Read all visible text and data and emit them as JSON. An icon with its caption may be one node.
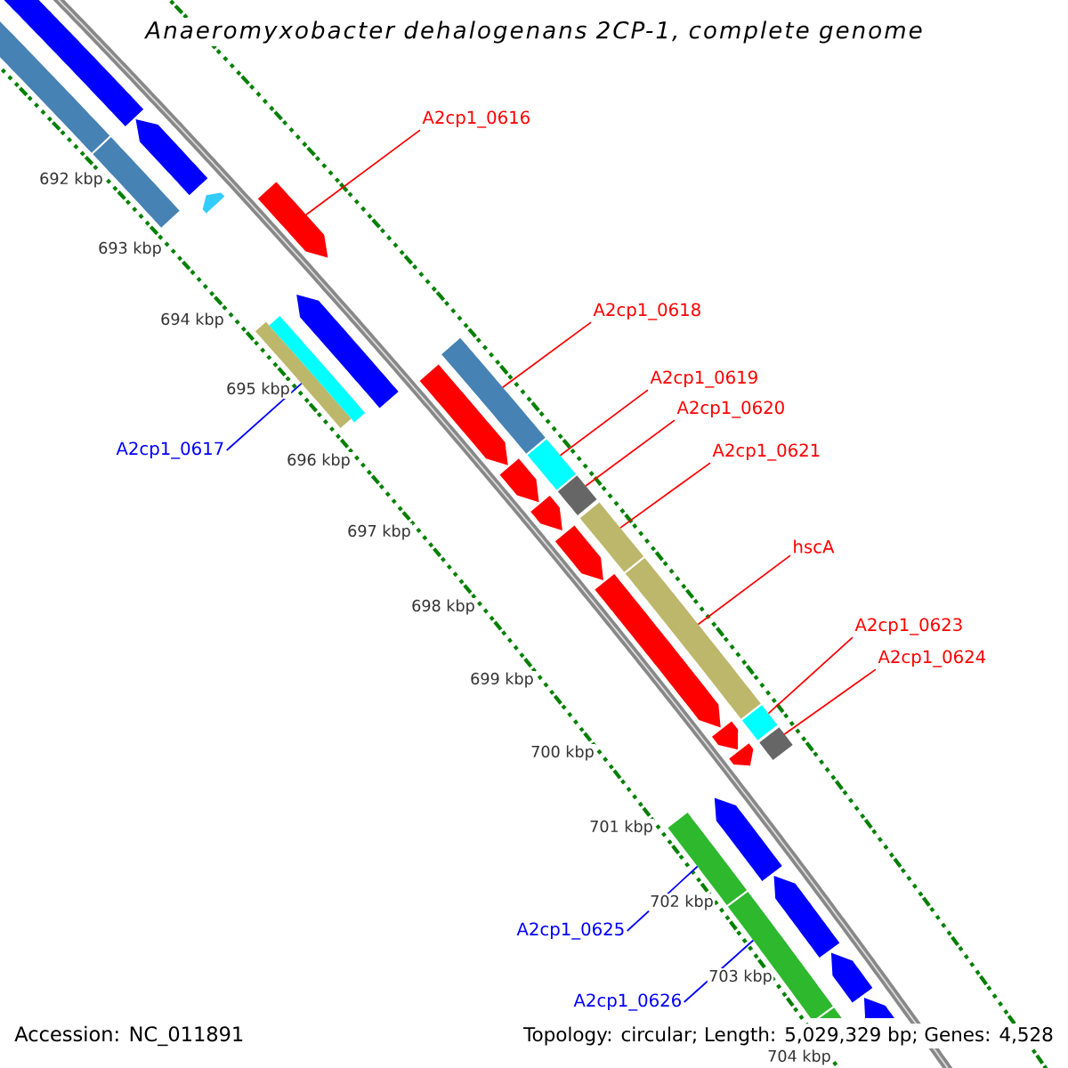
{
  "diagram": {
    "title": "Anaeromyxobacter dehalogenans 2CP-1, complete genome",
    "nodes": [
      {
        "text": [
          "A2cp1_0616"
        ]
      },
      {
        "text": [
          "A2cp1_0618"
        ]
      },
      {
        "text": [
          "A2cp1_0619"
        ]
      },
      {
        "text": [
          "A2cp1_0620"
        ]
      },
      {
        "text": [
          "A2cp1_0617"
        ]
      },
      {
        "text": [
          "A2cp1_0621"
        ]
      },
      {
        "text": [
          "hscA"
        ]
      },
      {
        "text": [
          "A2cp1_0623"
        ]
      },
      {
        "text": [
          "A2cp1_0624"
        ]
      },
      {
        "text": [
          "A2cp1_0625"
        ]
      },
      {
        "text": [
          "A2cp1_0626"
        ]
      },
      {
        "text": [],
        "shape": "bar"
      },
      {
        "text": [],
        "shape": "bar"
      },
      {
        "text": [],
        "shape": "bar"
      },
      {
        "text": [],
        "shape": "bar"
      },
      {
        "text": [],
        "shape": "bar"
      },
      {
        "text": [],
        "shape": "bar"
      },
      {
        "text": [],
        "shape": "bar"
      },
      {
        "text": [],
        "shape": "bar"
      },
      {
        "text": [],
        "shape": "bar"
      },
      {
        "text": [],
        "shape": "bar"
      },
      {
        "text": [],
        "shape": "bar"
      },
      {
        "text": [],
        "shape": "bar"
      },
      {
        "text": [],
        "shape": "bar"
      },
      {
        "text": [],
        "shape": "bar"
      },
      {
        "text": [],
        "shape": "bar"
      },
      {
        "text": [],
        "shape": "bar"
      },
      {
        "text": [],
        "shape": "bar"
      },
      {
        "text": [],
        "shape": "bar"
      },
      {
        "text": [],
        "shape": "bar"
      },
      {
        "text": [],
        "shape": "bar"
      },
      {
        "text": [],
        "shape": "bar"
      },
      {
        "text": [],
        "shape": "bar"
      },
      {
        "text": [],
        "shape": "bar"
      },
      {
        "text": [],
        "shape": "bar"
      },
      {
        "text": [],
        "shape": "bar"
      },
      {
        "text": [],
        "shape": "bar"
      },
      {
        "text": [],
        "shape": "bar"
      },
      {
        "text": [],
        "shape": "bar"
      },
      {
        "text": [],
        "shape": "bar"
      },
      {
        "text": [],
        "shape": "bar"
      }
    ],
    "edges": [
      {
        "from": 0,
        "to": 11,
        "arrow": "none"
      },
      {
        "from": 1,
        "to": 12,
        "arrow": "none"
      },
      {
        "from": 2,
        "to": 13,
        "arrow": "none"
      },
      {
        "from": 3,
        "to": 14,
        "arrow": "none"
      },
      {
        "from": 4,
        "to": 15,
        "arrow": "none",
        "color": "#0000ff"
      },
      {
        "from": 5,
        "to": 16,
        "arrow": "none"
      },
      {
        "from": 6,
        "to": 17,
        "arrow": "none"
      },
      {
        "from": 7,
        "to": 18,
        "arrow": "none"
      },
      {
        "from": 8,
        "to": 19,
        "arrow": "none"
      },
      {
        "from": 9,
        "to": 20,
        "arrow": "none",
        "color": "#0000ff"
      },
      {
        "from": 10,
        "to": 21,
        "arrow": "none",
        "color": "#0000ff"
      }
    ],
    "labels": [
      "692 kbp",
      "693 kbp",
      "694 kbp",
      "695 kbp",
      "696 kbp",
      "697 kbp",
      "698 kbp",
      "699 kbp",
      "700 kbp",
      "701 kbp",
      "702 kbp",
      "703 kbp",
      "704 kbp",
      "Accession: NC_011891",
      "Topology: circular; Length: 5,029,329 bp; Genes: 4,528"
    ]
  }
}
